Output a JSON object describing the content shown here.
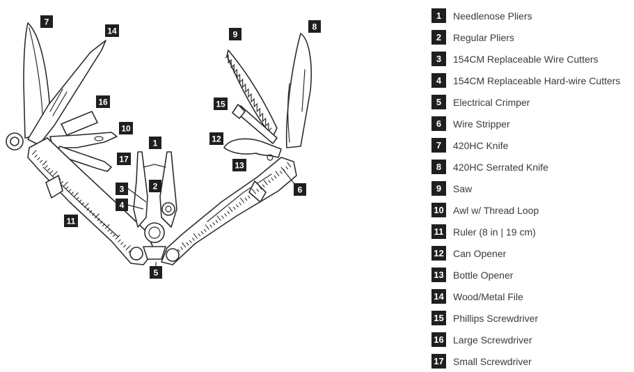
{
  "legend": {
    "items": [
      {
        "number": "1",
        "label": "Needlenose Pliers"
      },
      {
        "number": "2",
        "label": "Regular Pliers"
      },
      {
        "number": "3",
        "label": "154CM Replaceable Wire Cutters"
      },
      {
        "number": "4",
        "label": "154CM Replaceable Hard-wire Cutters"
      },
      {
        "number": "5",
        "label": "Electrical Crimper"
      },
      {
        "number": "6",
        "label": "Wire Stripper"
      },
      {
        "number": "7",
        "label": "420HC Knife"
      },
      {
        "number": "8",
        "label": "420HC Serrated Knife"
      },
      {
        "number": "9",
        "label": "Saw"
      },
      {
        "number": "10",
        "label": "Awl w/ Thread Loop"
      },
      {
        "number": "11",
        "label": "Ruler (8 in | 19 cm)"
      },
      {
        "number": "12",
        "label": "Can Opener"
      },
      {
        "number": "13",
        "label": "Bottle Opener"
      },
      {
        "number": "14",
        "label": "Wood/Metal File"
      },
      {
        "number": "15",
        "label": "Phillips Screwdriver"
      },
      {
        "number": "16",
        "label": "Large Screwdriver"
      },
      {
        "number": "17",
        "label": "Small Screwdriver"
      }
    ]
  },
  "callouts": {
    "c1": "1",
    "c2": "2",
    "c3": "3",
    "c4": "4",
    "c5": "5",
    "c6": "6",
    "c7": "7",
    "c8": "8",
    "c9": "9",
    "c10": "10",
    "c11": "11",
    "c12": "12",
    "c13": "13",
    "c14": "14",
    "c15": "15",
    "c16": "16",
    "c17": "17"
  }
}
